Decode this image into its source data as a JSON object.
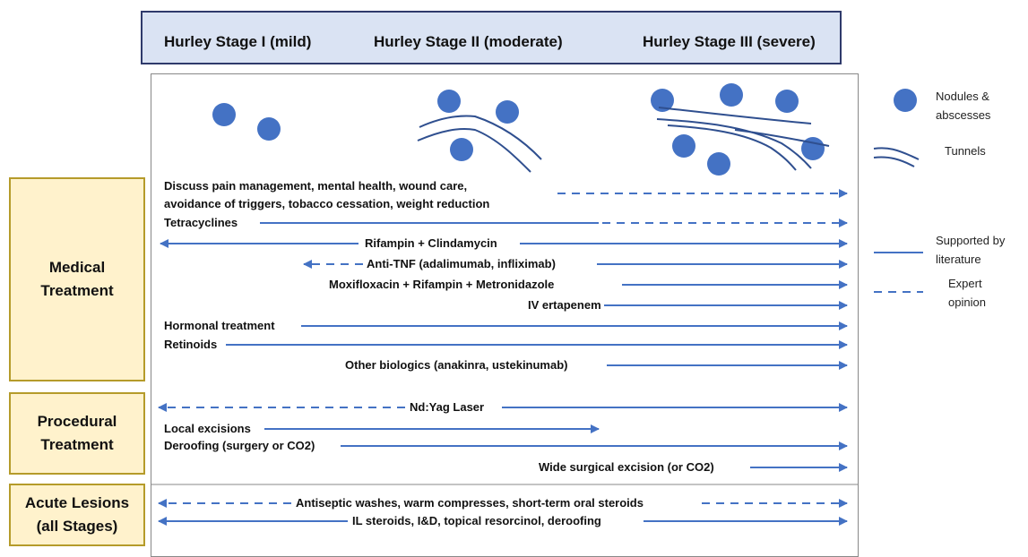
{
  "stages": [
    "Hurley Stage I (mild)",
    "Hurley Stage II (moderate)",
    "Hurley Stage III (severe)"
  ],
  "legend": {
    "nodules": "Nodules &\nabscesses",
    "tunnels": "Tunnels",
    "supported": "Supported by\nliterature",
    "expert": "Expert\nopinion"
  },
  "categories": {
    "medical": "Medical\nTreatment",
    "procedural": "Procedural\nTreatment",
    "acute": "Acute Lesions\n(all Stages)"
  },
  "treatments": {
    "pain": "Discuss pain management, mental health, wound care,",
    "pain2": "avoidance of triggers,  tobacco cessation, weight reduction",
    "tetracyclines": "Tetracyclines",
    "rifampin_clinda": "Rifampin + Clindamycin",
    "anti_tnf": "Anti-TNF (adalimumab, infliximab)",
    "moxi": "Moxifloxacin + Rifampin + Metronidazole",
    "ertapenem": "IV ertapenem",
    "hormonal": "Hormonal treatment",
    "retinoids": "Retinoids",
    "other_biologics": "Other biologics (anakinra, ustekinumab)",
    "ndyag": "Nd:Yag Laser",
    "local_excisions": "Local excisions",
    "deroofing": "Deroofing (surgery or CO2)",
    "wide_excision": "Wide surgical excision (or CO2)",
    "antiseptic": "Antiseptic washes, warm compresses, short-term oral steroids",
    "il_steroids": "IL steroids, I&D, topical resorcinol, deroofing"
  },
  "colors": {
    "arrow": "#4472c4",
    "nodule": "#4472c4",
    "stage_bar": "#dae3f3",
    "category_box": "#fff2cc"
  }
}
